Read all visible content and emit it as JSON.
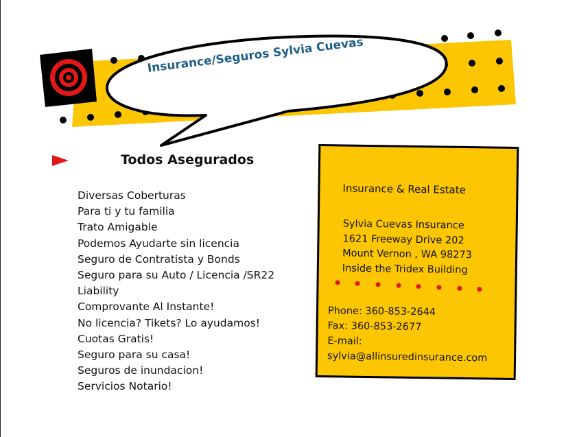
{
  "brand": {
    "name": "Insurance/Seguros Sylvia Cuevas"
  },
  "tagline": "Todos Asegurados",
  "services": [
    "Diversas Coberturas",
    "Para ti y tu familia",
    "Trato Amigable",
    "Podemos Ayudarte sin licencia",
    "Seguro de Contratista y Bonds",
    "Seguro para su Auto / Licencia /SR22",
    "Liability",
    "Comprovante Al Instante!",
    "No licencia? Tikets? Lo ayudamos!",
    "Cuotas Gratis!",
    "Seguro para su casa!",
    "Seguros de inundacion!",
    "Servicios Notario!"
  ],
  "card": {
    "tagline": "Insurance & Real Estate",
    "company": "Sylvia Cuevas Insurance",
    "street": "1621 Freeway Drive 202",
    "city": "Mount Vernon , WA  98273",
    "building": "Inside the Tridex Building",
    "phone": "Phone: 360-853-2644",
    "fax": "Fax: 360-853-2677",
    "email_label": "E-mail:",
    "email": "sylvia@allinsuredinsurance.com"
  },
  "colors": {
    "accent_yellow": "#fcc602",
    "brand_blue": "#1f5f86",
    "target_red": "#e01818",
    "black": "#000000"
  },
  "icons": {
    "logo": "target-icon",
    "bullet": "arrow-right-icon"
  }
}
